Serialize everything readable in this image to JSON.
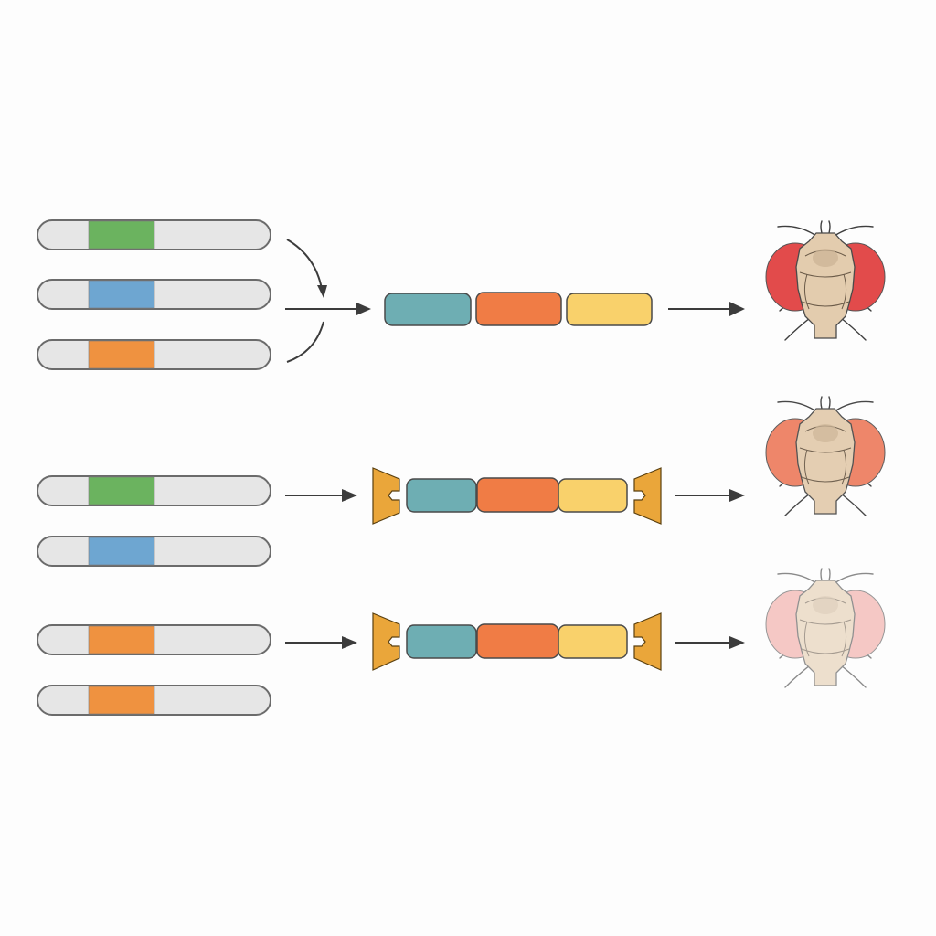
{
  "colors": {
    "background": "#fdfdfd",
    "chromosome_fill": "#e6e6e6",
    "chromosome_stroke": "#6b6b6b",
    "gene_green": "#6bb35f",
    "gene_blue": "#6ea6d1",
    "gene_orange": "#ef9240",
    "construct_teal": "#6eaeb3",
    "construct_orange": "#f07c45",
    "construct_yellow": "#f9d16b",
    "insulator": "#eaa63a",
    "fly_body": "#e3ccae",
    "eye_strong": "#e24b4b",
    "eye_medium": "#ee8063",
    "eye_weak": "#f1a5a0"
  },
  "rows": [
    {
      "id": "row-1",
      "chromosomes": [
        "gene_green",
        "gene_blue",
        "gene_orange"
      ],
      "has_insulators": false,
      "eye_color": "eye_strong",
      "fly_opacity": 1.0
    },
    {
      "id": "row-2",
      "chromosomes": [
        "gene_green",
        "gene_blue"
      ],
      "has_insulators": true,
      "eye_color": "eye_medium",
      "fly_opacity": 0.95
    },
    {
      "id": "row-3",
      "chromosomes": [
        "gene_orange",
        "gene_orange"
      ],
      "has_insulators": true,
      "eye_color": "eye_weak",
      "fly_opacity": 0.6
    }
  ],
  "icons": {
    "arrow": "right-arrow-icon",
    "merge_arrows": "curved-merge-arrows-icon",
    "insulator": "insulator-bracket-icon",
    "fly": "fruit-fly-icon"
  }
}
